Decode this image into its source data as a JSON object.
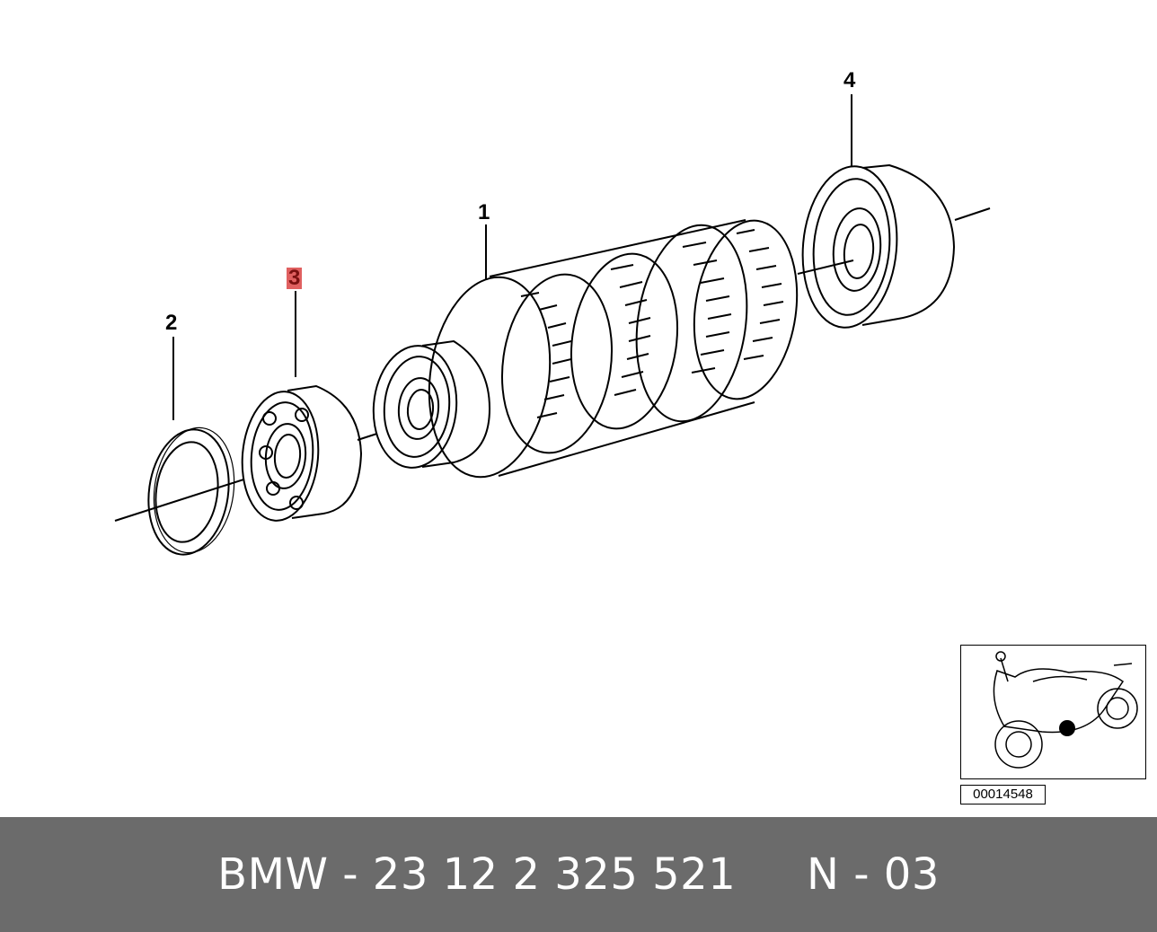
{
  "diagram": {
    "callouts": [
      {
        "id": "1",
        "label": "1",
        "highlighted": false
      },
      {
        "id": "2",
        "label": "2",
        "highlighted": false
      },
      {
        "id": "3",
        "label": "3",
        "highlighted": true
      },
      {
        "id": "4",
        "label": "4",
        "highlighted": false
      }
    ],
    "highlight_color": "#e06060"
  },
  "thumbnail": {
    "id_label": "00014548",
    "icon": "motorcycle-icon",
    "marker_color": "#000000"
  },
  "footer": {
    "text": "BMW - 23 12 2 325 521     N - 03",
    "background": "#6b6b6b"
  }
}
